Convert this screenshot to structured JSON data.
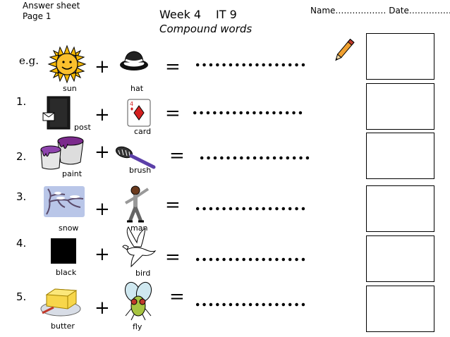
{
  "header": {
    "answer_sheet": "Answer sheet",
    "page": "Page 1",
    "week": "Week 4",
    "unit": "IT 9",
    "subtitle": "Compound words",
    "name_date": "Name……………… Date…………………"
  },
  "rows": [
    {
      "number": "e.g.",
      "left_word": "sun",
      "right_word": "hat",
      "plus": "+",
      "equals": "=",
      "answer": "................."
    },
    {
      "number": "1.",
      "left_word": "post",
      "right_word": "card",
      "plus": "+",
      "equals": "=",
      "answer": "................."
    },
    {
      "number": "2.",
      "left_word": "paint",
      "right_word": "brush",
      "plus": "+",
      "equals": "=",
      "answer": "................."
    },
    {
      "number": "3.",
      "left_word": "snow",
      "right_word": "man",
      "plus": "+",
      "equals": "=",
      "answer": "................."
    },
    {
      "number": "4.",
      "left_word": "black",
      "right_word": "bird",
      "plus": "+",
      "equals": "=",
      "answer": "................."
    },
    {
      "number": "5.",
      "left_word": "butter",
      "right_word": "fly",
      "plus": "+",
      "equals": "=",
      "answer": "................."
    }
  ],
  "icons": [
    "sun-icon",
    "hat-icon",
    "postbox-icon",
    "playing-card-icon",
    "paint-pot-icon",
    "hairbrush-icon",
    "snowy-tree-icon",
    "dancing-man-icon",
    "black-square-icon",
    "dove-icon",
    "butter-dish-icon",
    "fly-icon",
    "pencil-icon"
  ]
}
